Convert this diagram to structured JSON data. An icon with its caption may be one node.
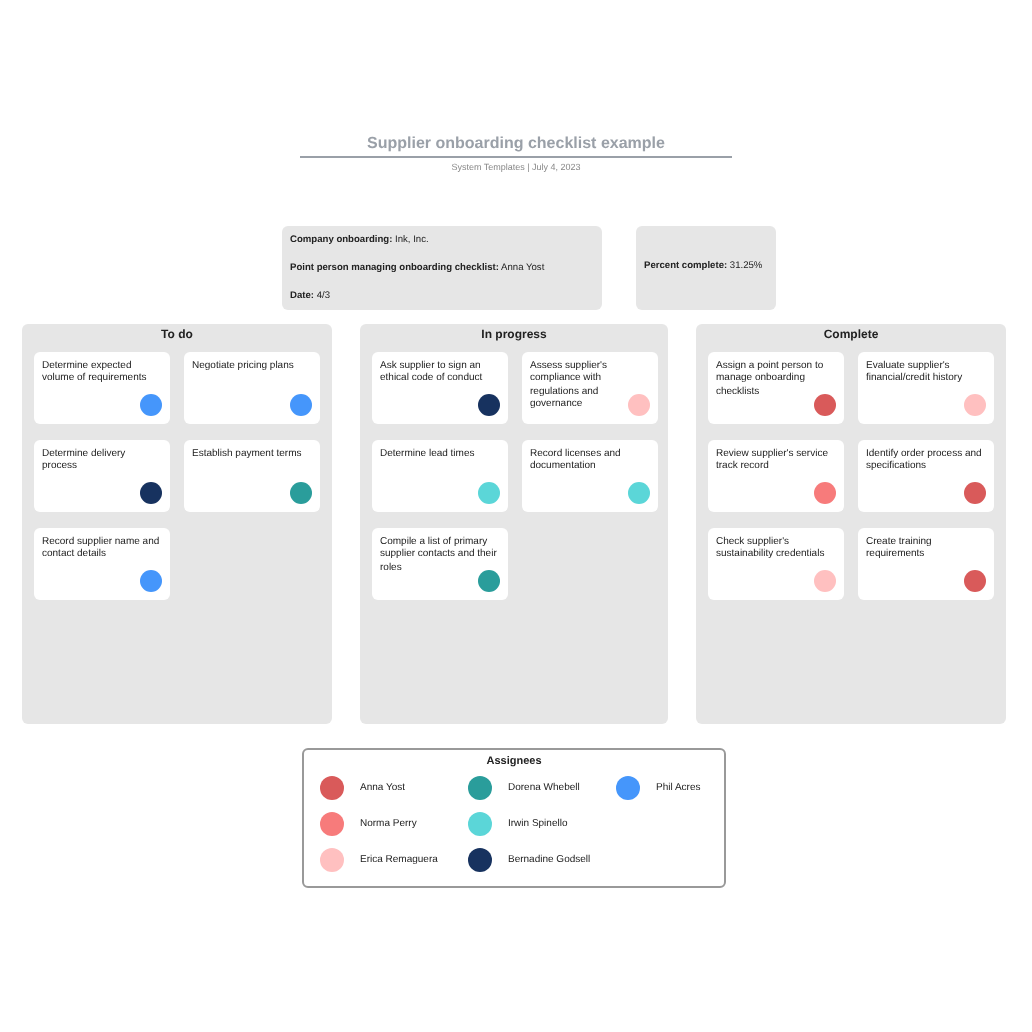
{
  "diagram": {
    "title": "Supplier onboarding checklist example",
    "nodes": [
      {
        "text": [
          "**Company onboarding:** Ink, Inc.",
          "**Point person managing onboarding checklist:** Anna Yost",
          "**Date:** 4/3"
        ]
      },
      {
        "text": [
          "**Percent complete:** 31.25%"
        ]
      },
      {
        "text": [
          "To do"
        ]
      },
      {
        "text": [
          "Determine expected volume of requirements"
        ],
        "in": 2
      },
      {
        "text": [
          "Negotiate pricing plans"
        ],
        "in": 2
      },
      {
        "text": [
          "Determine delivery process"
        ],
        "in": 2
      },
      {
        "text": [
          "Establish payment terms"
        ],
        "in": 2
      },
      {
        "text": [
          "Record supplier name and contact details"
        ],
        "in": 2
      },
      {
        "text": [
          "In progress"
        ]
      },
      {
        "text": [
          "Ask supplier to sign an ethical code of conduct"
        ],
        "in": 8
      },
      {
        "text": [
          "Assess supplier's compliance with regulations and governance"
        ],
        "in": 8
      },
      {
        "text": [
          "Determine lead times"
        ],
        "in": 8
      },
      {
        "text": [
          "Record licenses and documentation"
        ],
        "in": 8
      },
      {
        "text": [
          "Compile a list of primary supplier contacts and their roles"
        ],
        "in": 8
      },
      {
        "text": [
          "Complete"
        ]
      },
      {
        "text": [
          "Assign a point person to manage onboarding checklists"
        ],
        "in": 14
      },
      {
        "text": [
          "Evaluate supplier's financial/credit history"
        ],
        "in": 14
      },
      {
        "text": [
          "Review supplier's service track record"
        ],
        "in": 14
      },
      {
        "text": [
          "Identify order process and specifications"
        ],
        "in": 14
      },
      {
        "text": [
          "Check supplier's sustainability credentials"
        ],
        "in": 14
      },
      {
        "text": [
          "Create training requirements"
        ],
        "in": 14
      }
    ],
    "labels": [
      "System Templates | July 4, 2023",
      "Assignees"
    ],
    "legend": [
      {
        "text": "Anna Yost",
        "color": "#d95a5a"
      },
      {
        "text": "Norma Perry",
        "color": "#f77b7b"
      },
      {
        "text": "Erica Remaguera",
        "color": "#ffc0c0"
      },
      {
        "text": "Dorena Whebell",
        "color": "#2a9d9b"
      },
      {
        "text": "Irwin Spinello",
        "color": "#5bd6d8"
      },
      {
        "text": "Bernadine Godsell",
        "color": "#17325f"
      },
      {
        "text": "Phil Acres",
        "color": "#4596fb"
      }
    ]
  }
}
